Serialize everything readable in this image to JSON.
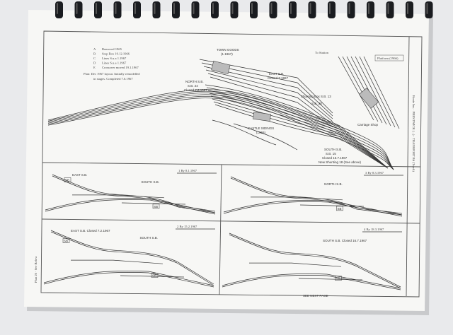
{
  "legend": {
    "items": [
      {
        "key": "A",
        "text": "Removed 1965"
      },
      {
        "key": "B",
        "text": "Stop Box 19.12.1966"
      },
      {
        "key": "C",
        "text": "Lines S.u.a 1.1967"
      },
      {
        "key": "D",
        "text": "Lines S.u.a 1.1967"
      },
      {
        "key": "E",
        "text": "Crossover moved 19.1.1967"
      }
    ],
    "note_line1": "Plan: Dec 1967 layout. Initially remodelled",
    "note_line2": "in stages. Completed 7.6.1967"
  },
  "main_plan": {
    "title_box": "Platform (1966)",
    "labels": {
      "town_goods": "TOWN GOODS",
      "town_goods_sub": "(1.1967)",
      "to_station": "To Station",
      "east_sb": "EAST S.B.",
      "east_sb_sub": "Closed 7.1967",
      "north_sb": "NORTH S.B.",
      "north_sb_sub1": "S.B. 24",
      "north_sb_sub2": "Closed 7.6.1967",
      "shunting_box": "Shunting Box S.B. 13",
      "sb_26": "S.B. 26",
      "castle_sidings": "CASTLE SIDINGS",
      "castle_sidings_sub": "(1966)",
      "carriage_shop": "Carriage Shop",
      "south_sb": "SOUTH S.B.",
      "south_sb_sub1": "S.B. 15",
      "south_sb_sub2": "Closed 16.7.1967",
      "south_sb_sub3": "New Shunting 18 (See above)"
    }
  },
  "side_title": "Route Ins. · PRESTWICK (...) · TRANSPORT Rd (Track)",
  "left_margin_text": "Plan 26 · See Below",
  "stages": [
    {
      "title": "1  By 8.1.1967",
      "signal_boxes": [
        "EAST S.B.",
        "SOUTH S.B."
      ],
      "box_codes": [
        "SB",
        "SB"
      ]
    },
    {
      "title": "3  By 8.3.1967",
      "signal_boxes": [
        "NORTH S.B."
      ],
      "box_codes": [
        "SB"
      ]
    },
    {
      "title": "2  By 15.2.1967",
      "signal_boxes": [
        "EAST S.B. Closed 7.2.1967",
        "SOUTH S.B."
      ],
      "box_codes": [
        "SB",
        "SB"
      ]
    },
    {
      "title": "4  By 18.3.1967",
      "signal_boxes": [
        "SOUTH S.B. Closed 16.7.1967"
      ],
      "box_codes": [
        "SB"
      ]
    }
  ],
  "footer": "SEE NEXT PAGE",
  "colors": {
    "paper": "#f7f7f5",
    "ink": "#333333",
    "background": "#e9eaec",
    "binding": "#1a1c20"
  }
}
